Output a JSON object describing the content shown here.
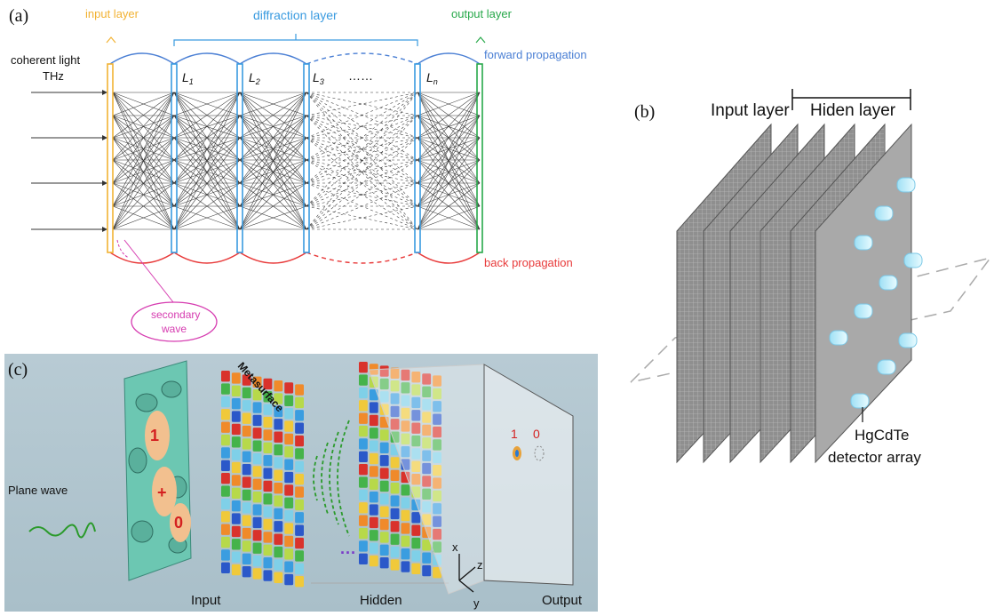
{
  "panel_a": {
    "label": "(a)",
    "input_layer": "input layer",
    "diffraction_layer": "diffraction layer",
    "output_layer": "output layer",
    "source_line1": "coherent light",
    "source_line2": "THz",
    "forward": "forward propagation",
    "back": "back propagation",
    "secondary_line1": "secondary",
    "secondary_line2": "wave",
    "dots": "……",
    "layer_labels": [
      "L",
      "L",
      "L",
      "L"
    ],
    "layer_subs": [
      "1",
      "2",
      "3",
      "n"
    ],
    "colors": {
      "input": "#f2b233",
      "diffraction": "#3a9be0",
      "output": "#27a84a",
      "forward": "#4a7fd4",
      "back": "#e83a3a",
      "secondary": "#d63bb0"
    }
  },
  "panel_b": {
    "label": "(b)",
    "input_layer": "Input layer",
    "hidden_layer": "Hiden layer",
    "detector_line1": "HgCdTe",
    "detector_line2": "detector array"
  },
  "panel_c": {
    "label": "(c)",
    "plane_wave": "Plane wave",
    "digit_one": "1",
    "plus": "+",
    "digit_zero": "0",
    "metasurface": "Metasurface",
    "input": "Input",
    "hidden": "Hidden",
    "output": "Output",
    "out_one": "1",
    "out_zero": "0",
    "axis_x": "x",
    "axis_y": "y",
    "axis_z": "z",
    "ellipsis": "···"
  }
}
